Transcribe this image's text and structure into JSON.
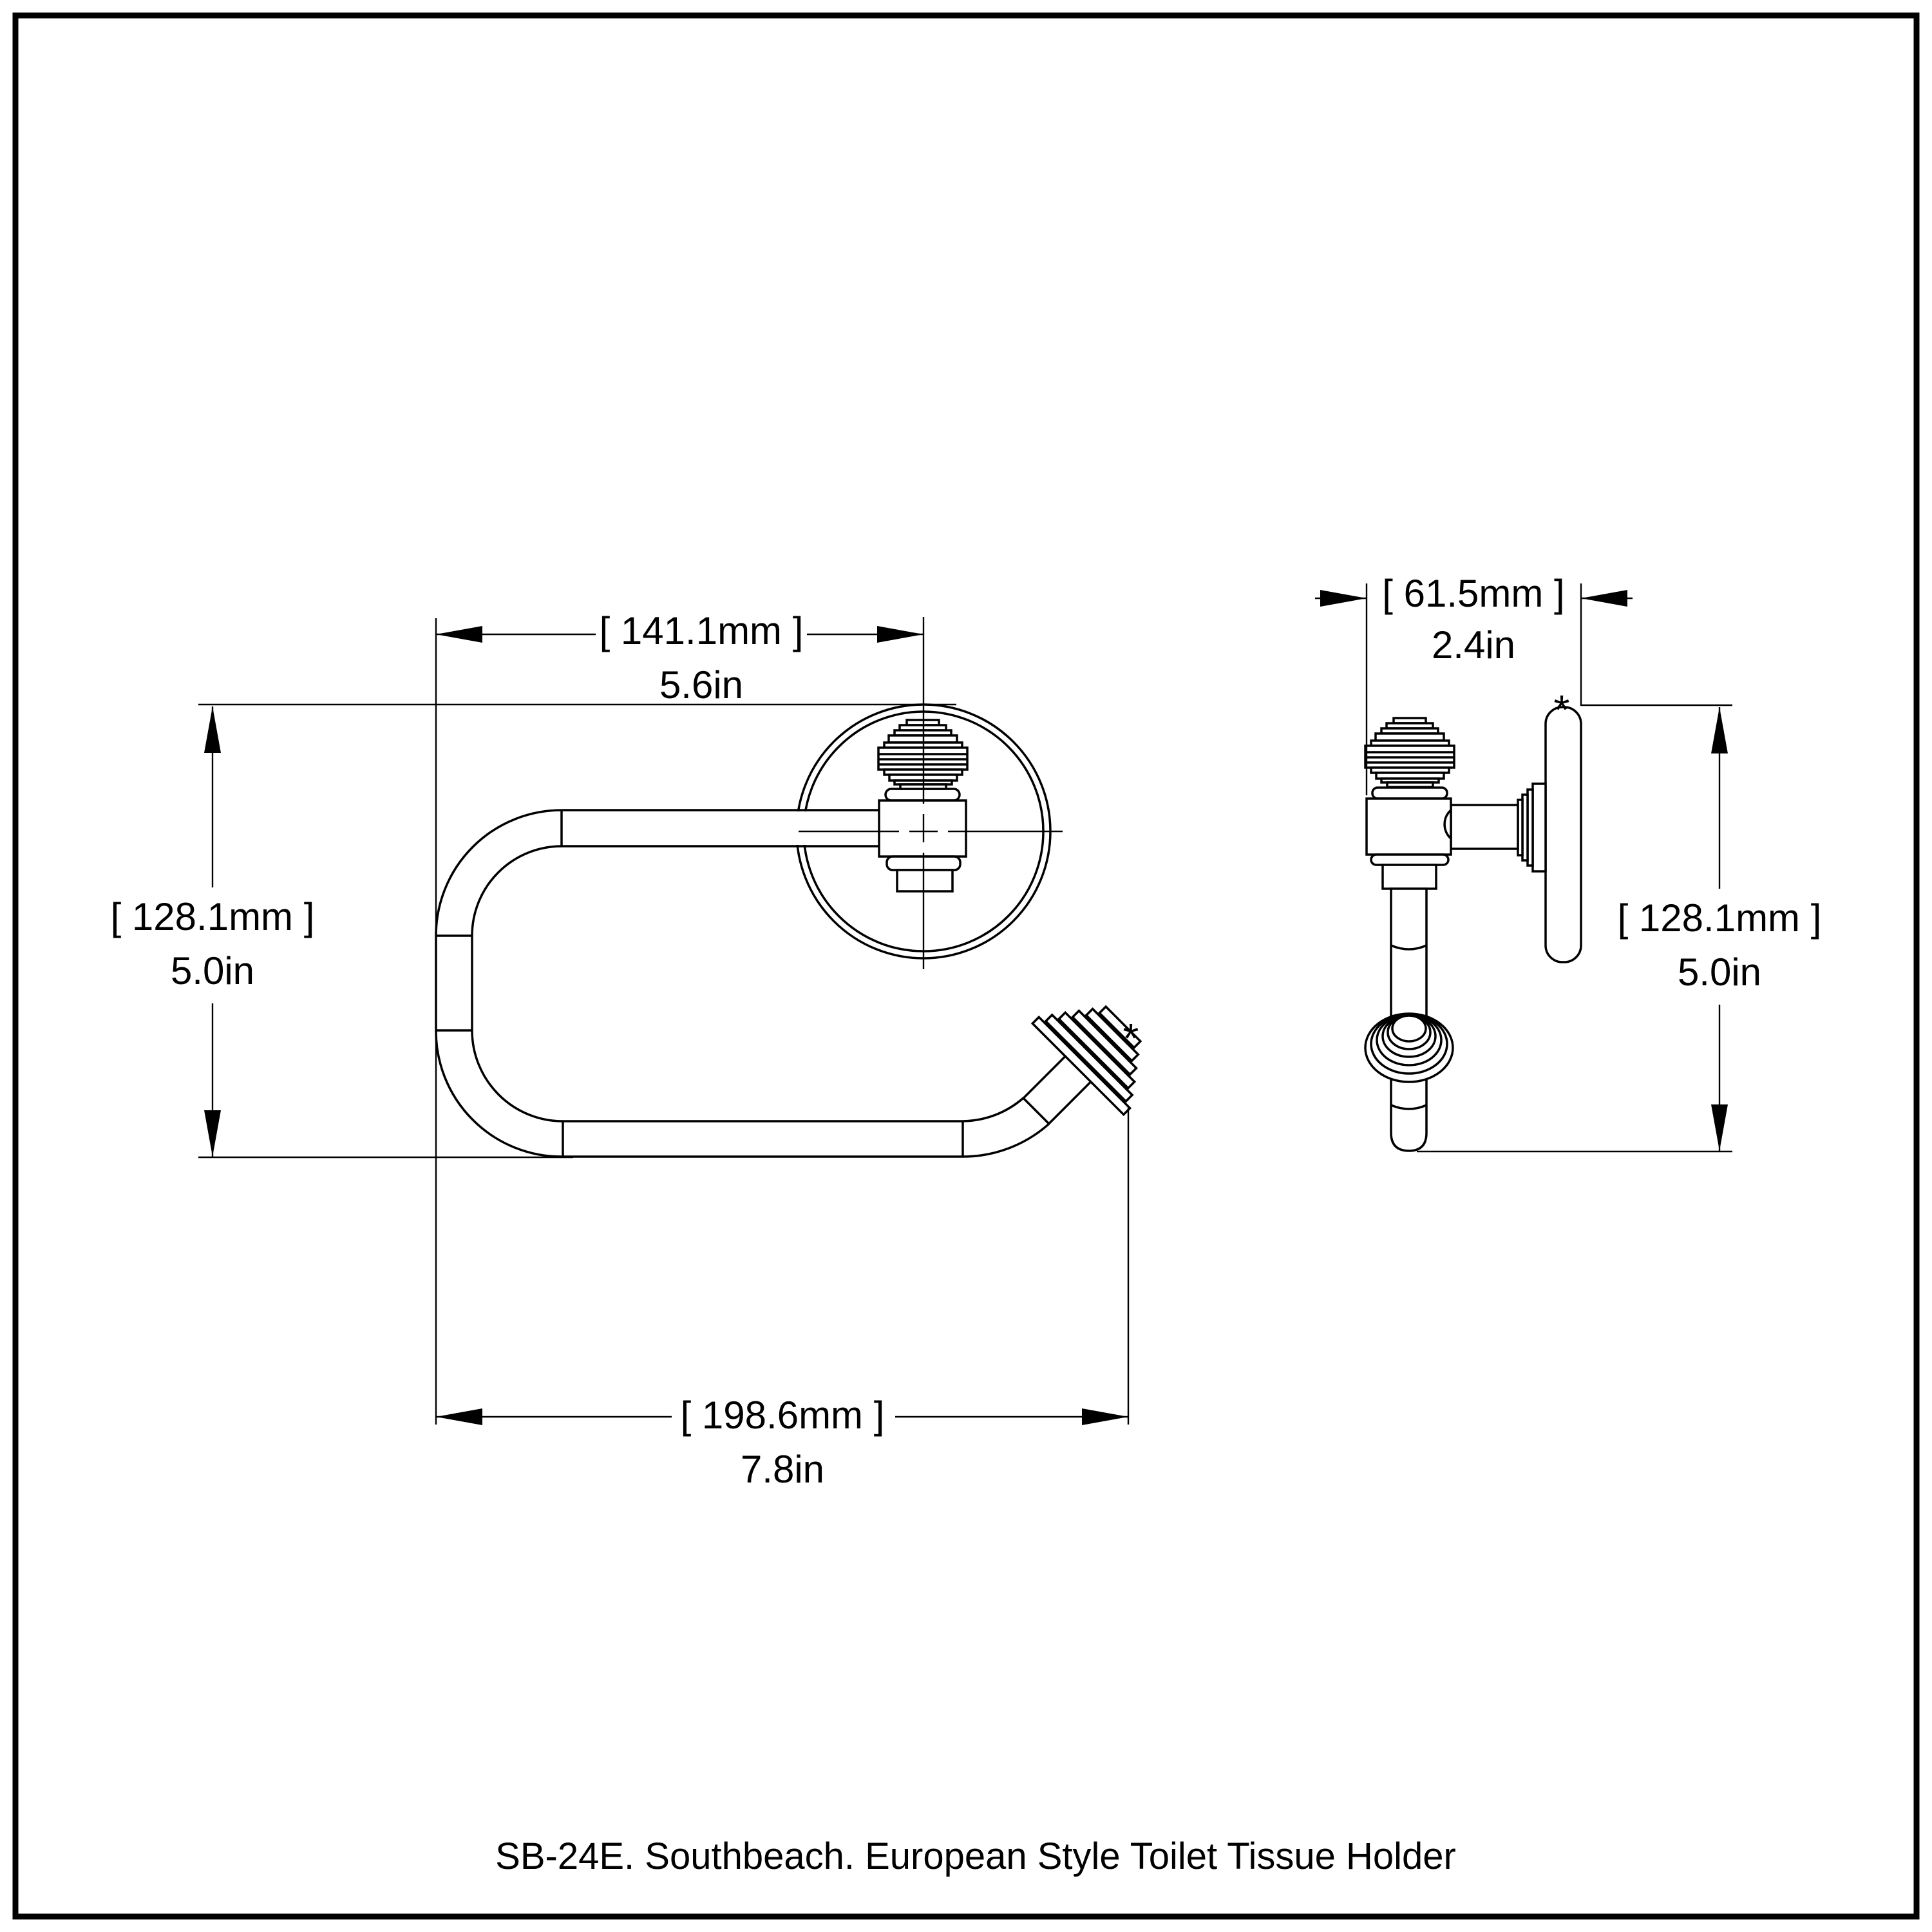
{
  "caption": "SB-24E. Southbeach. European Style Toilet Tissue Holder",
  "colors": {
    "line": "#000000",
    "background": "#ffffff"
  },
  "markers": {
    "finial_tip": "*",
    "plate_top": "*"
  },
  "dims": {
    "front_width": {
      "mm": "[ 141.1mm ]",
      "inch": "5.6in"
    },
    "front_height": {
      "mm": "[ 128.1mm ]",
      "inch": "5.0in"
    },
    "front_depth": {
      "mm": "[ 198.6mm ]",
      "inch": "7.8in"
    },
    "side_width": {
      "mm": "[ 61.5mm ]",
      "inch": "2.4in"
    },
    "side_height": {
      "mm": "[ 128.1mm ]",
      "inch": "5.0in"
    }
  }
}
